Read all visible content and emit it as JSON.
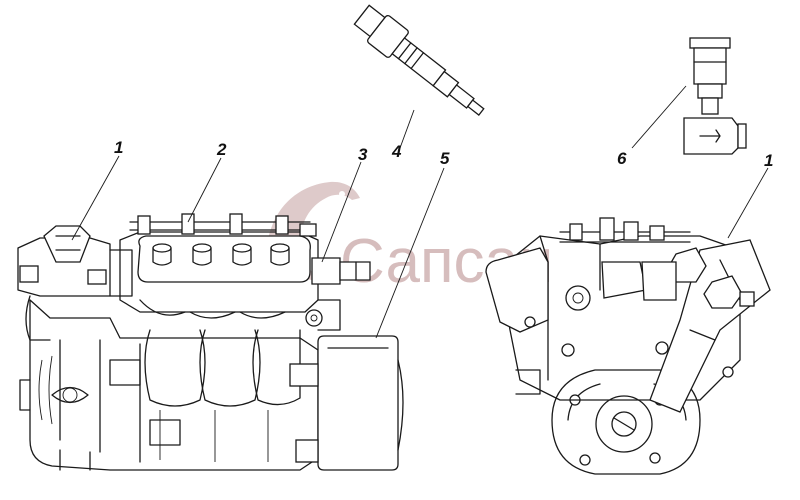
{
  "watermark": {
    "text": "Сапсан",
    "color": "#c9a7a7"
  },
  "callouts": [
    {
      "id": "callout-1-left",
      "label": "1"
    },
    {
      "id": "callout-2",
      "label": "2"
    },
    {
      "id": "callout-3",
      "label": "3"
    },
    {
      "id": "callout-4",
      "label": "4"
    },
    {
      "id": "callout-5",
      "label": "5"
    },
    {
      "id": "callout-6",
      "label": "6"
    },
    {
      "id": "callout-1-right",
      "label": "1"
    }
  ]
}
